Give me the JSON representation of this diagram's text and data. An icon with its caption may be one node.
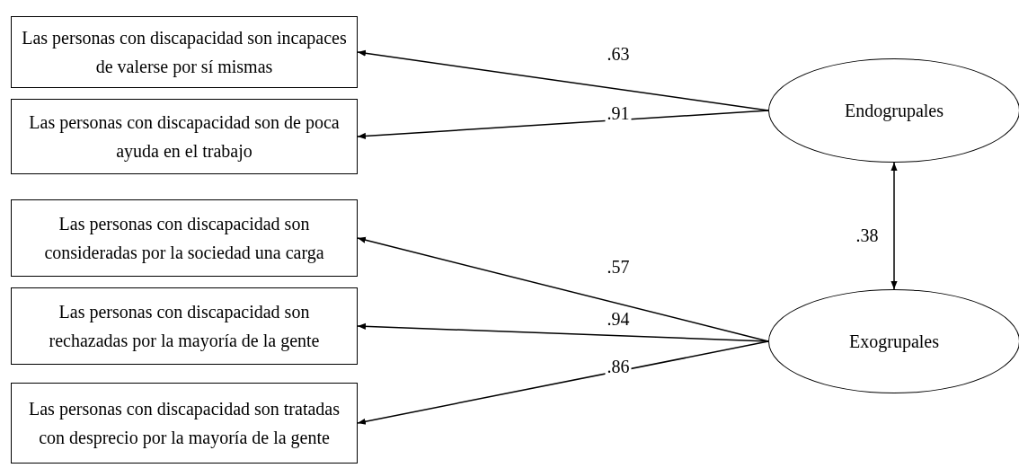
{
  "diagram": {
    "nodes": [
      {
        "text": [
          "Las personas con discapacidad son incapaces de valerse por sí mismas"
        ]
      },
      {
        "text": [
          "Las personas con discapacidad son de poca ayuda en el trabajo"
        ]
      },
      {
        "text": [
          "Endogrupales"
        ]
      },
      {
        "text": [
          "Las personas con discapacidad son consideradas por la sociedad una carga"
        ]
      },
      {
        "text": [
          "Las personas con discapacidad son rechazadas por la mayoría de la gente"
        ]
      },
      {
        "text": [
          "Exogrupales"
        ]
      },
      {
        "text": [
          "Las personas con discapacidad son tratadas con desprecio por la mayoría de la gente"
        ]
      }
    ],
    "edges": [
      {
        "from": 2,
        "to": 0,
        "arrow": "to",
        "label": ".63"
      },
      {
        "from": 2,
        "to": 1,
        "arrow": "to",
        "label": ".91"
      },
      {
        "from": 2,
        "to": 5,
        "arrow": "both",
        "label": ".38"
      },
      {
        "from": 5,
        "to": 3,
        "arrow": "to",
        "label": ".57"
      },
      {
        "from": 5,
        "to": 4,
        "arrow": "to",
        "label": ".94"
      },
      {
        "from": 5,
        "to": 6,
        "arrow": "to",
        "label": ".86"
      }
    ]
  }
}
